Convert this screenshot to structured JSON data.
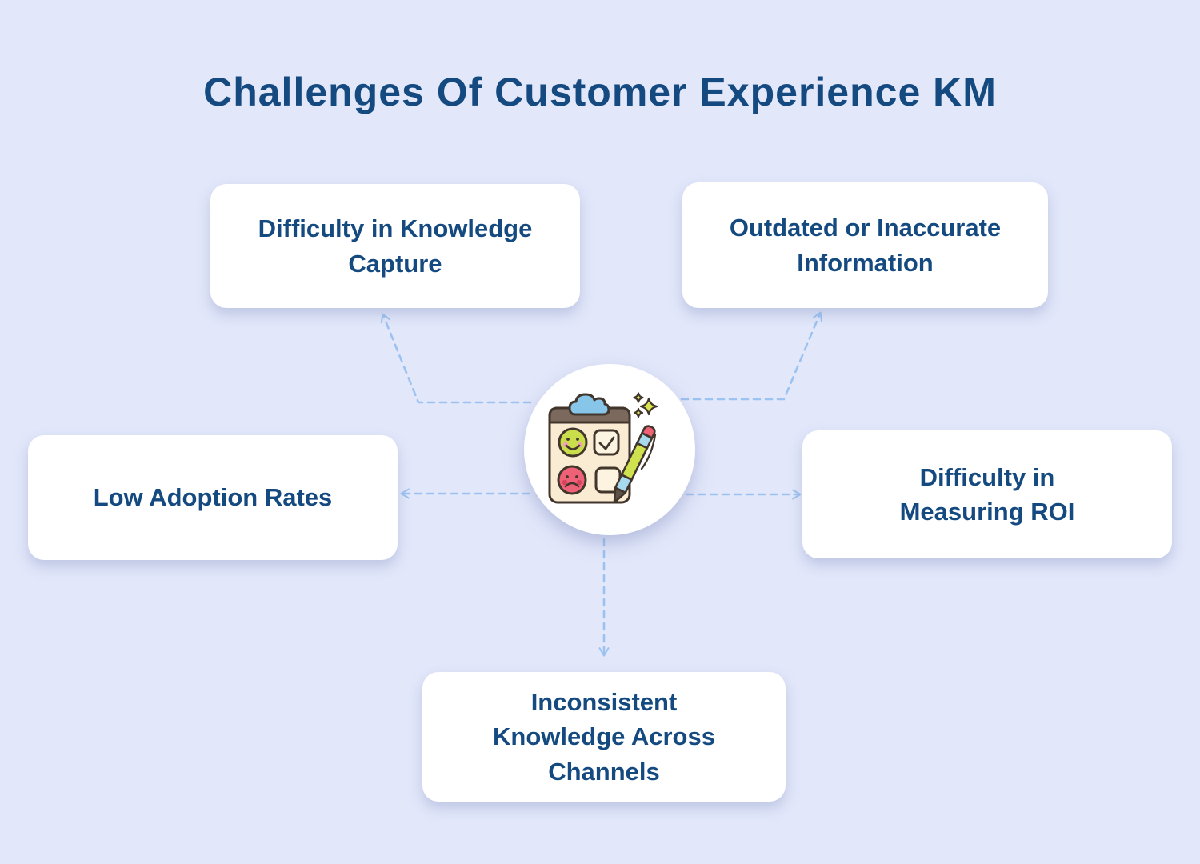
{
  "title": "Challenges Of Customer Experience KM",
  "center": {
    "icon": "feedback-clipboard-icon",
    "description": "clipboard with smiley rating, sad rating, checkboxes, pen and sparkles inside a white circle"
  },
  "nodes": [
    {
      "id": "difficulty-knowledge-capture",
      "label": "Difficulty in Knowledge\nCapture",
      "position": "top-left"
    },
    {
      "id": "outdated-inaccurate-information",
      "label": "Outdated or Inaccurate\nInformation",
      "position": "top-right"
    },
    {
      "id": "low-adoption-rates",
      "label": "Low Adoption Rates",
      "position": "left"
    },
    {
      "id": "difficulty-measuring-roi",
      "label": "Difficulty in\nMeasuring ROI",
      "position": "right"
    },
    {
      "id": "inconsistent-knowledge-channels",
      "label": "Inconsistent\nKnowledge Across\nChannels",
      "position": "bottom"
    }
  ],
  "colors": {
    "background": "#e2e7fa",
    "text_navy": "#154a80",
    "card_background": "#ffffff",
    "connector_blue": "#9bc2f0",
    "icon_outline": "#42362c",
    "icon_clipboard_cream": "#f9ecd2",
    "icon_clip_brown": "#7b695e",
    "icon_cloud_blue": "#87c6e9",
    "icon_smiley_green": "#cade4c",
    "icon_sad_red": "#ef6177",
    "icon_pen_blue": "#a7d9ef",
    "icon_pen_green": "#cfe14e",
    "icon_sparkle_green": "#d9e54f"
  }
}
